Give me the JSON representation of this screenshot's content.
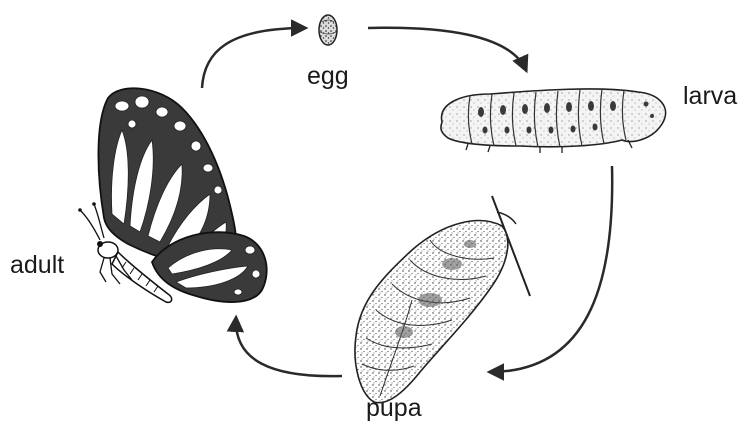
{
  "diagram": {
    "stages": {
      "egg": "egg",
      "larva": "larva",
      "pupa": "pupa",
      "adult": "adult"
    },
    "cycle_order": [
      "egg",
      "larva",
      "pupa",
      "adult"
    ],
    "colors": {
      "ink": "#1a1a1a",
      "arrow": "#2a2a2a",
      "background": "#ffffff"
    },
    "icons": {
      "egg": "egg-icon",
      "larva": "caterpillar-icon",
      "pupa": "chrysalis-icon",
      "adult": "butterfly-icon"
    }
  }
}
